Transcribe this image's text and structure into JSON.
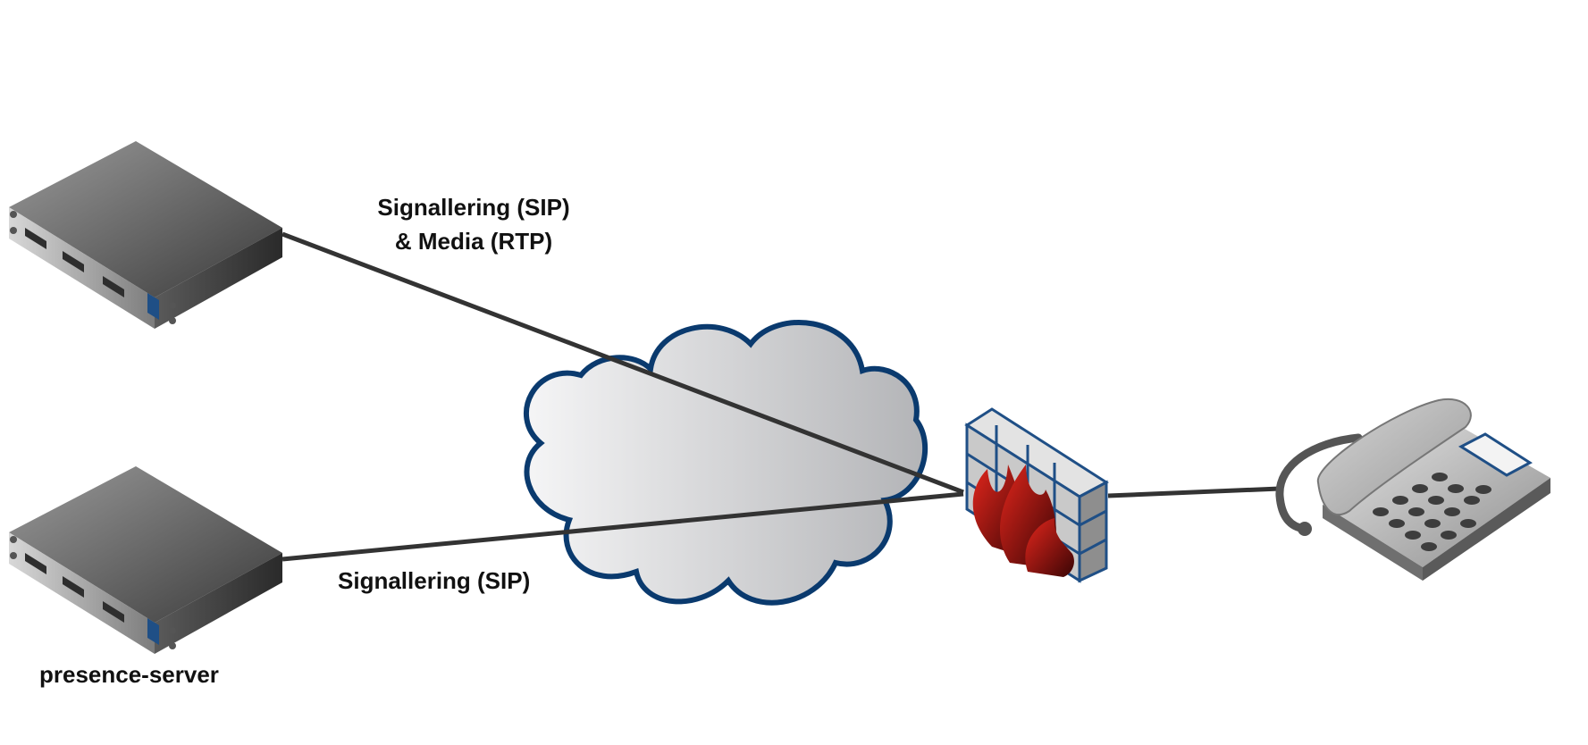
{
  "labels": {
    "top_line1": "Signallering (SIP)",
    "top_line2": "& Media (RTP)",
    "bottom": "Signallering (SIP)",
    "server": "presence-server"
  },
  "colors": {
    "line": "#333333",
    "cloud_outline": "#0a3a6e",
    "brick_mortar": "#1f4f86",
    "flame": "#c4120d",
    "server_face": "#7a7a7a"
  },
  "icons": [
    "server-icon",
    "server-icon",
    "cloud-icon",
    "firewall-icon",
    "telephone-icon"
  ]
}
